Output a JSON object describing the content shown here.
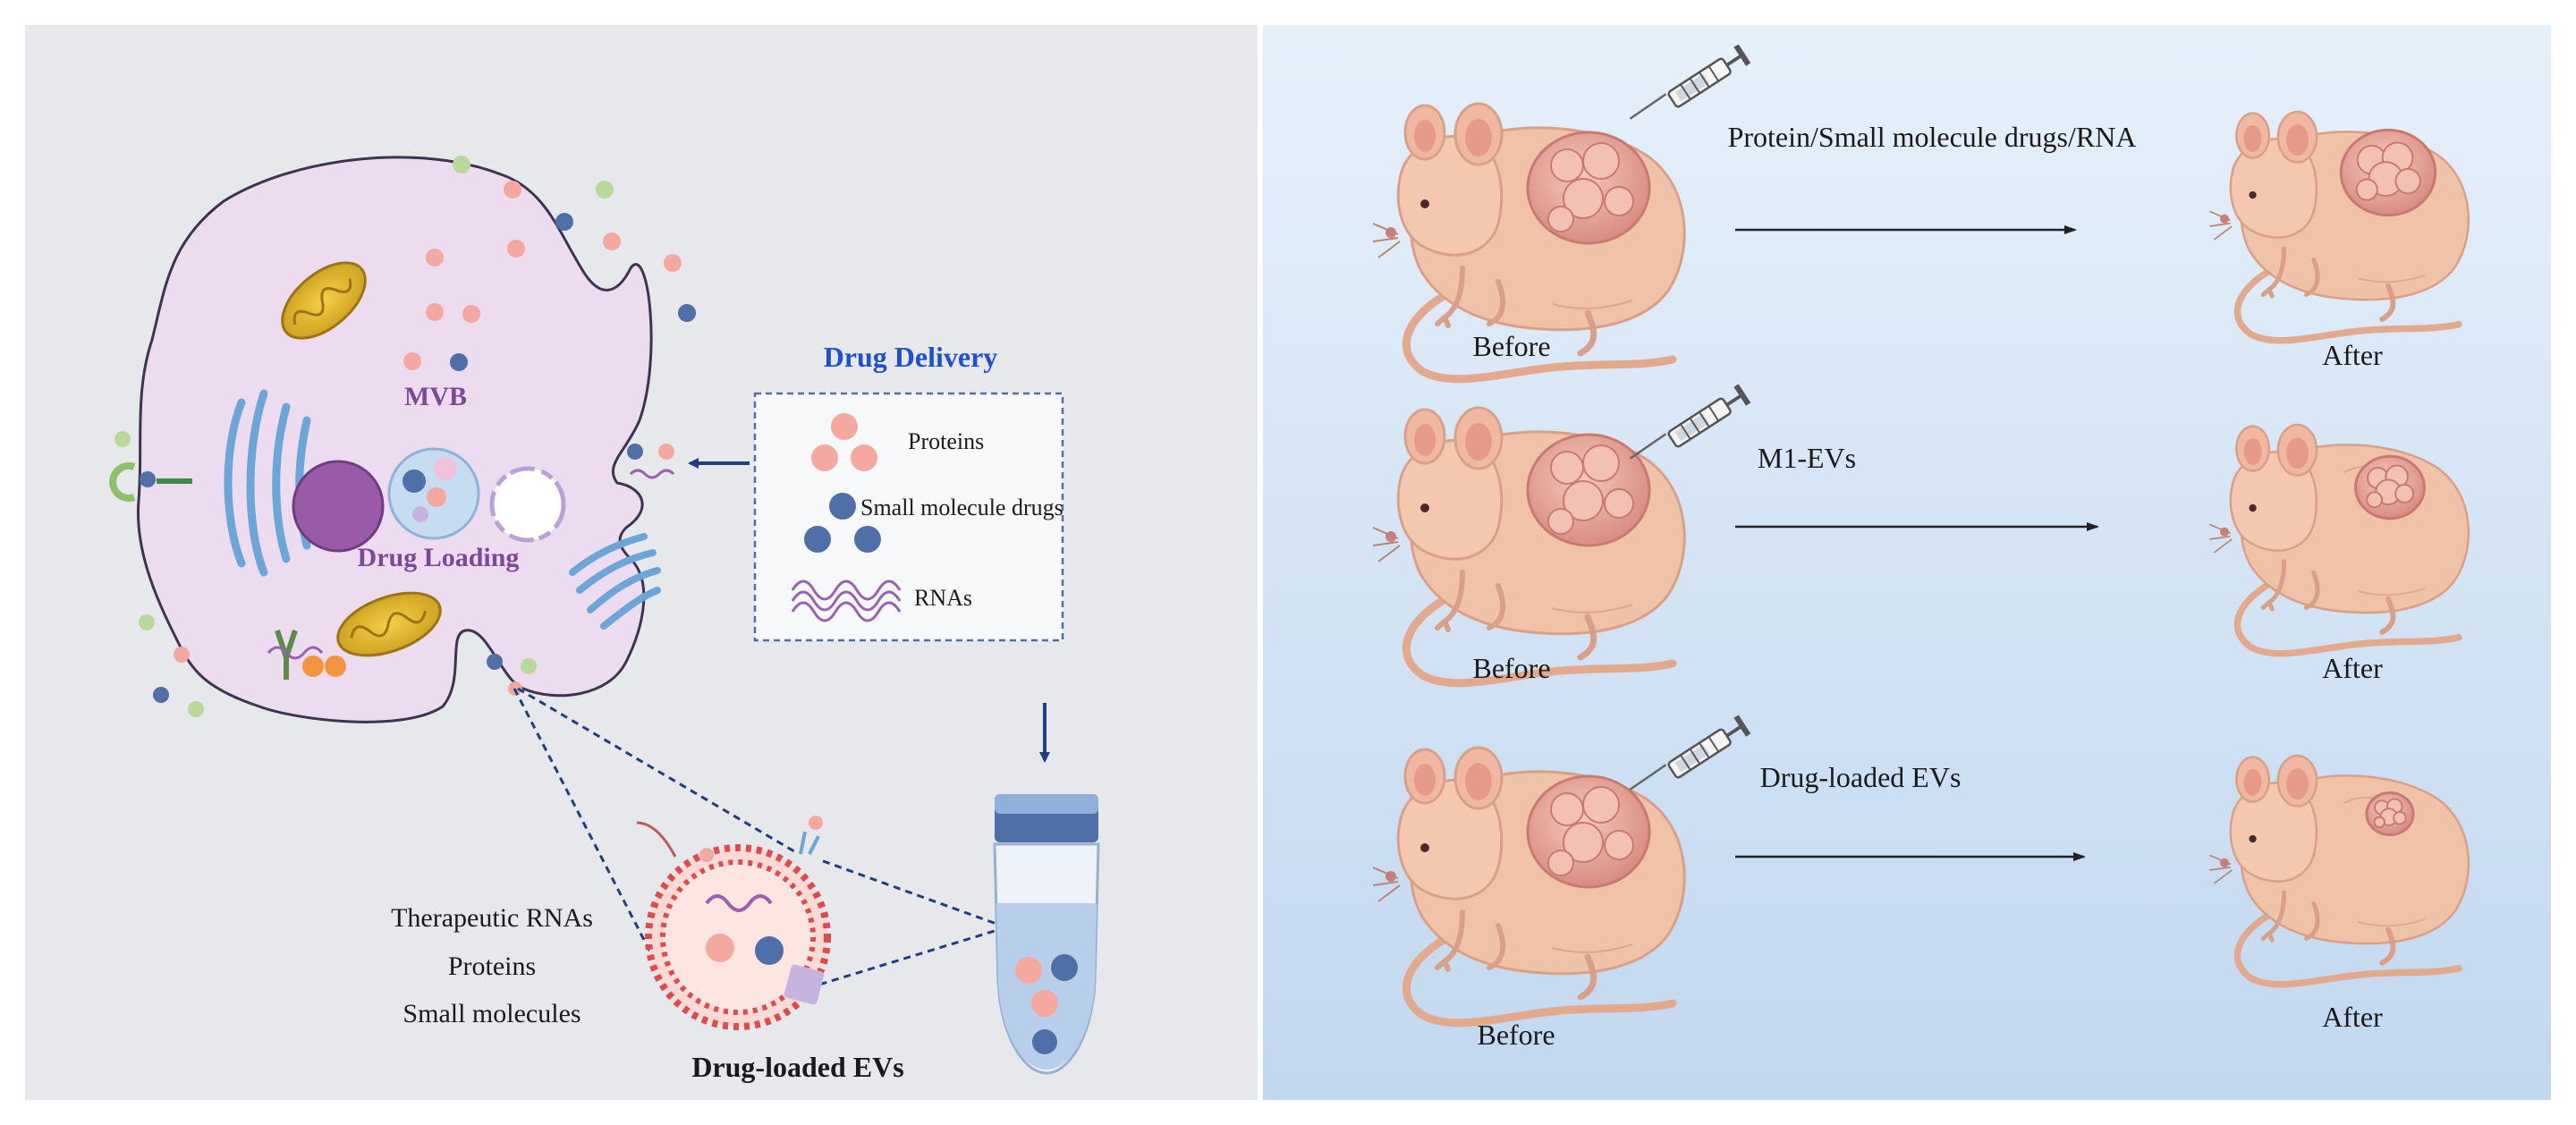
{
  "left_panel": {
    "cell_labels": {
      "mvb": "MVB",
      "drug_loading": "Drug Loading"
    },
    "legend": {
      "title": "Drug Delivery",
      "items": [
        {
          "label": "Proteins",
          "icon": "protein-dots-icon"
        },
        {
          "label": "Small molecule drugs",
          "icon": "small-molecule-dots-icon"
        },
        {
          "label": "RNAs",
          "icon": "rna-strands-icon"
        }
      ]
    },
    "cargo_list": [
      "Therapeutic RNAs",
      "Proteins",
      "Small molecules"
    ],
    "ev_label": "Drug-loaded EVs"
  },
  "right_panel": {
    "rows": [
      {
        "treatment": "Protein/Small molecule drugs/RNA",
        "before": "Before",
        "after": "After",
        "after_tumor_size": 0.85
      },
      {
        "treatment": "M1-EVs",
        "before": "Before",
        "after": "After",
        "after_tumor_size": 0.62
      },
      {
        "treatment": "Drug-loaded EVs",
        "before": "Before",
        "after": "After",
        "after_tumor_size": 0.42
      }
    ]
  },
  "colors": {
    "left_bg": "#e6e8ec",
    "right_bg_top": "#e6f0fb",
    "right_bg_bottom": "#c2d8ef",
    "cell_fill": "#eddcf0",
    "cell_stroke": "#3d3550",
    "protein": "#f4a8a0",
    "small_molecule": "#4f6fa8",
    "rna": "#9a60b2",
    "mvb_text": "#7a4a96",
    "legend_title": "#1f4fd6",
    "mouse_body": "#f0c2a8",
    "tumor": "#e8a59a",
    "arrow": "#1f3e82"
  }
}
